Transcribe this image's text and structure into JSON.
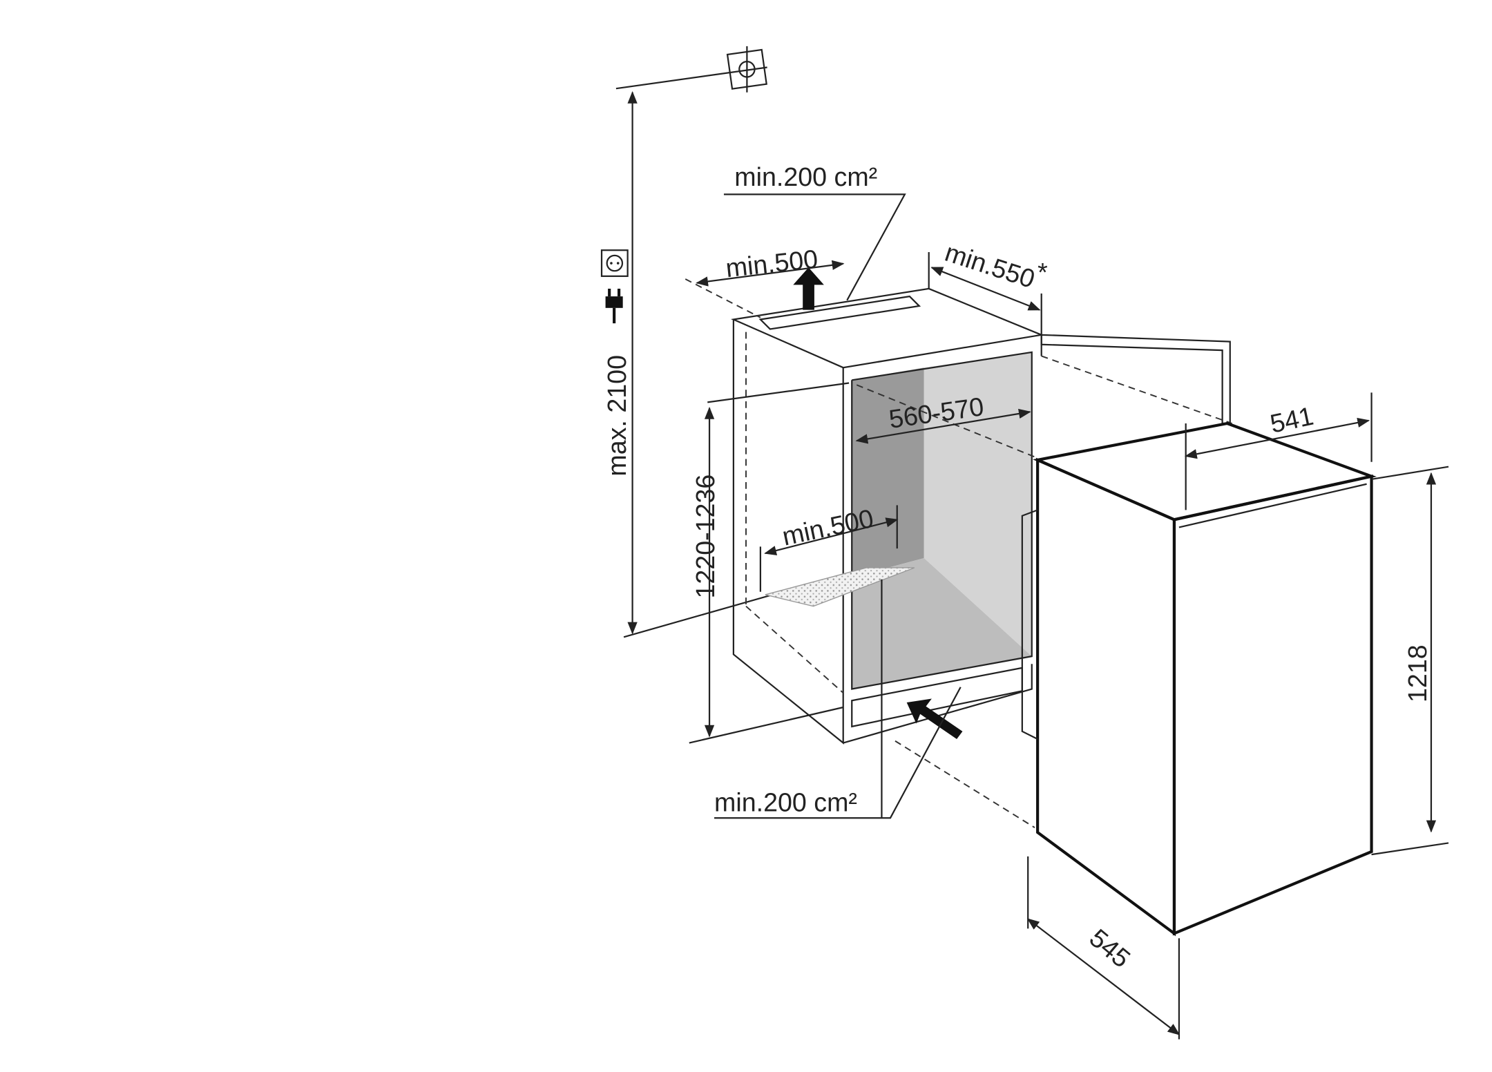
{
  "dimensions": {
    "max_height": "max. 2100",
    "niche_height": "1220-1236",
    "niche_width": "560-570",
    "top_depth": "min.500",
    "door_clearance": "min.550",
    "door_clearance_note": "*",
    "top_vent": "min.200 cm²",
    "bottom_depth": "min.500",
    "bottom_vent": "min.200 cm²",
    "appliance_width": "541",
    "appliance_height": "1218",
    "appliance_depth": "545"
  },
  "colors": {
    "line": "#222222",
    "back_wall": "#9a9a9a",
    "side_wall": "#d4d4d4",
    "floor": "#bdbdbd",
    "door": "#e6e6e6"
  }
}
